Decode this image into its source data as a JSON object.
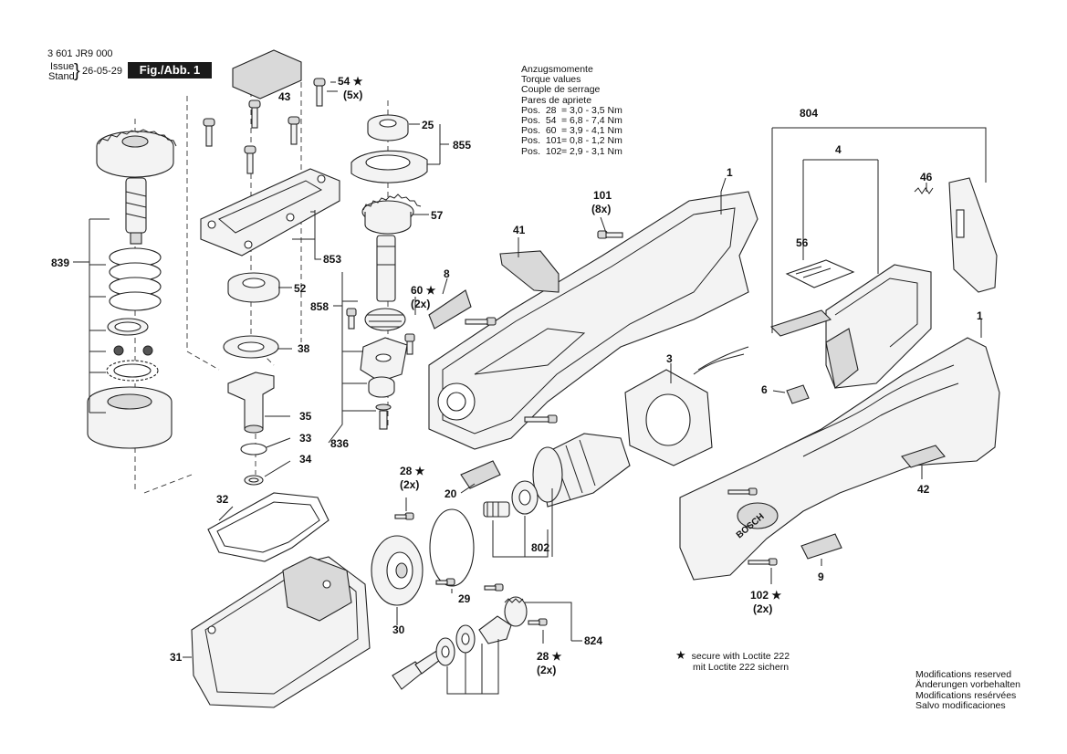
{
  "header": {
    "doc_number": "3 601 JR9 000",
    "issue_label": "Issue",
    "stand_label": "Stand",
    "brace": "}",
    "date": "26-05-29",
    "figure_label": "Fig./Abb. 1"
  },
  "torque": {
    "titles": [
      "Anzugsmomente",
      "Torque values",
      "Couple de serrage",
      "Pares de apriete"
    ],
    "rows": [
      {
        "pos": "Pos.  28",
        "value": "= 3,0 - 3,5 Nm"
      },
      {
        "pos": "Pos.  54",
        "value": "= 6,8 - 7,4 Nm"
      },
      {
        "pos": "Pos.  60",
        "value": "= 3,9 - 4,1 Nm"
      },
      {
        "pos": "Pos.  101",
        "value": "= 0,8 - 1,2 Nm"
      },
      {
        "pos": "Pos.  102",
        "value": "= 2,9 - 3,1 Nm"
      }
    ]
  },
  "loctite": {
    "symbol": "★",
    "line1": "secure with Loctite 222",
    "line2": "mit Loctite 222 sichern"
  },
  "modifications": [
    "Modifications reserved",
    "Änderungen vorbehalten",
    "Modifications resérvées",
    "Salvo modificaciones"
  ],
  "brand": "BOSCH",
  "parts": {
    "p1a": "1",
    "p1b": "1",
    "p3": "3",
    "p4": "4",
    "p6": "6",
    "p8": "8",
    "p9": "9",
    "p20": "20",
    "p25": "25",
    "p28a": "28 ★",
    "p28a_qty": "(2x)",
    "p28b": "28 ★",
    "p28b_qty": "(2x)",
    "p29": "29",
    "p30": "30",
    "p31": "31",
    "p32": "32",
    "p33": "33",
    "p34": "34",
    "p35": "35",
    "p38": "38",
    "p41": "41",
    "p42": "42",
    "p43": "43",
    "p46": "46",
    "p52": "52",
    "p54": "54 ★",
    "p54_qty": "(5x)",
    "p56": "56",
    "p57": "57",
    "p60": "60 ★",
    "p60_qty": "(2x)",
    "p101": "101",
    "p101_qty": "(8x)",
    "p102": "102 ★",
    "p102_qty": "(2x)",
    "p802": "802",
    "p804": "804",
    "p824": "824",
    "p836": "836",
    "p839": "839",
    "p853": "853",
    "p855": "855",
    "p858": "858"
  }
}
